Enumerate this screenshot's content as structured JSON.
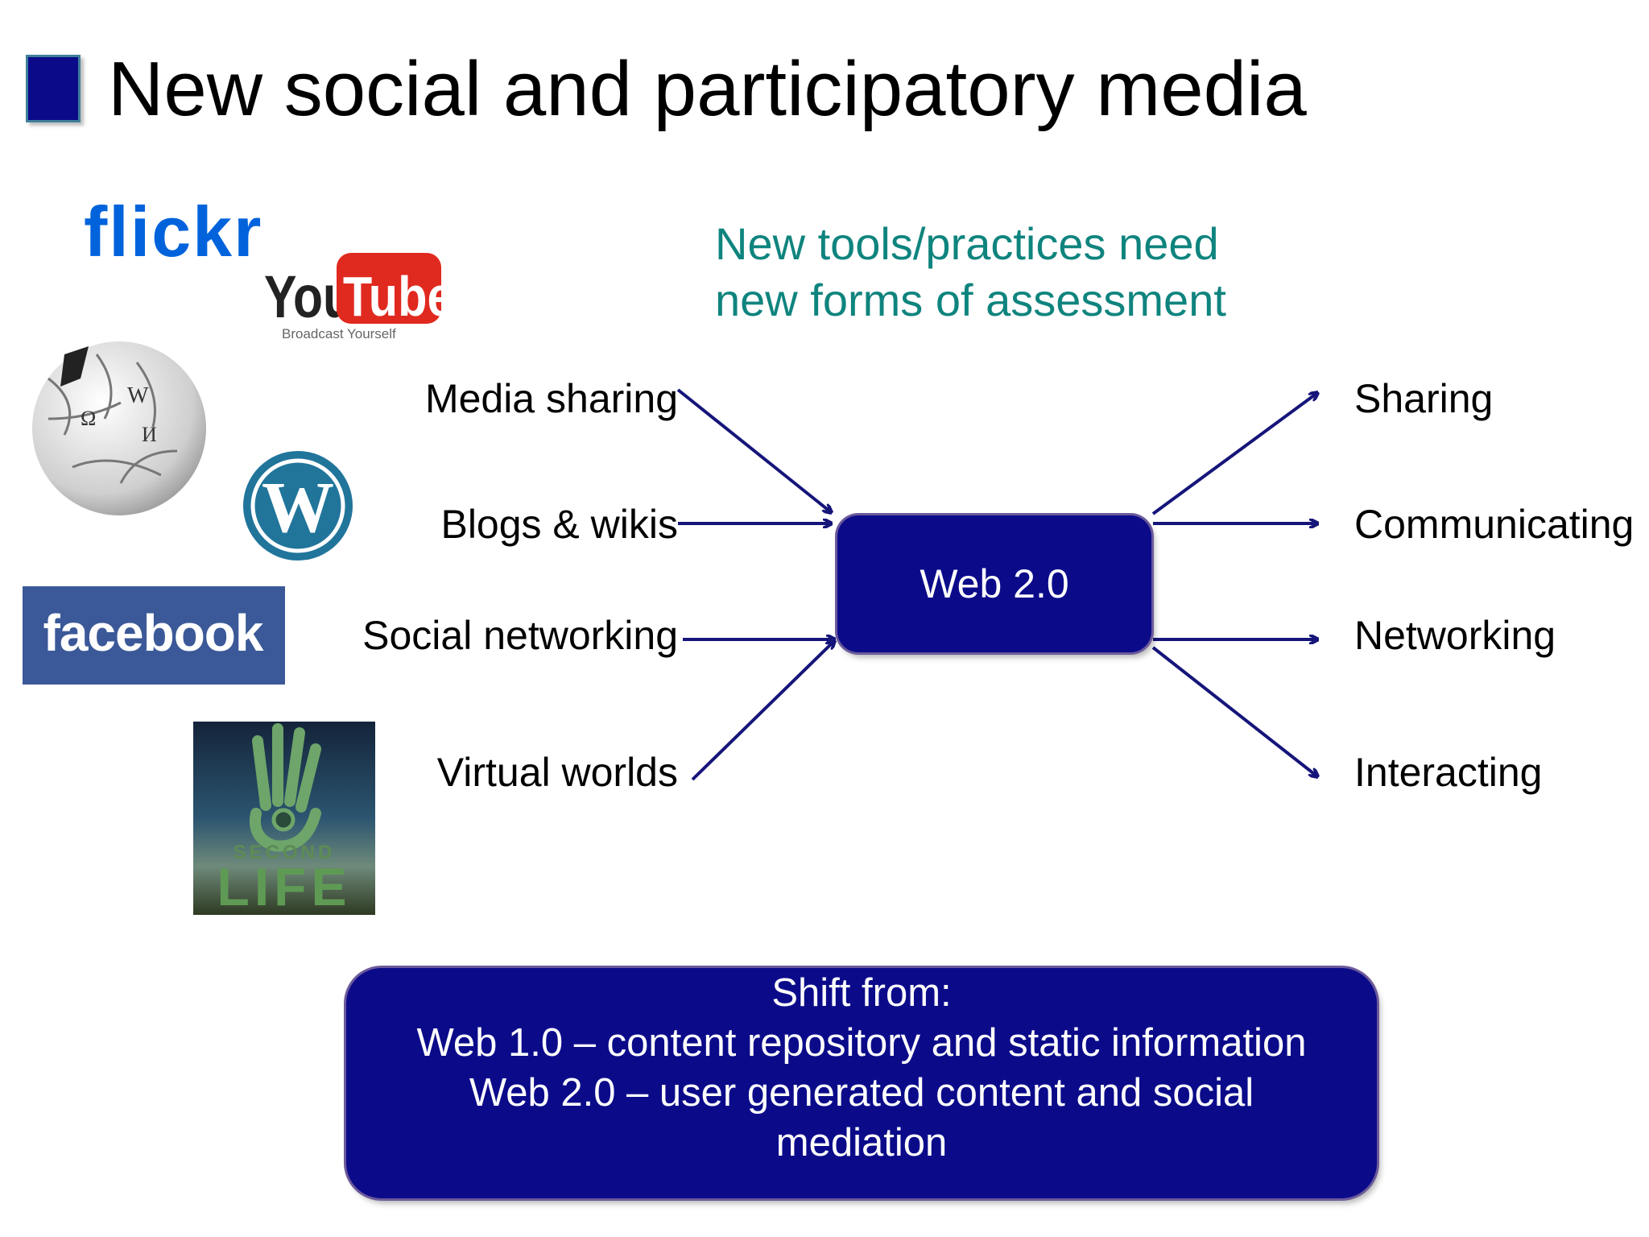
{
  "title": "New social and participatory media",
  "subtitle_lines": [
    "New tools/practices need",
    "new forms of assessment"
  ],
  "center_label": "Web 2.0",
  "inputs": [
    "Media sharing",
    "Blogs & wikis",
    "Social networking",
    "Virtual worlds"
  ],
  "outputs": [
    "Sharing",
    "Communicating",
    "Networking",
    "Interacting"
  ],
  "logos": {
    "flickr": "flickr",
    "youtube_you": "You",
    "youtube_tube": "Tube",
    "youtube_tagline": "Broadcast Yourself",
    "facebook": "facebook",
    "secondlife_top": "SECOND",
    "secondlife_bottom": "LIFE"
  },
  "shift": {
    "heading": "Shift from:",
    "line1": "Web 1.0 – content repository and static information",
    "line2": "Web 2.0 – user generated content and social",
    "line3": "mediation"
  },
  "colors": {
    "box": "#0b0b8a",
    "arrow": "#15157a",
    "subtitle": "#0f847e"
  }
}
